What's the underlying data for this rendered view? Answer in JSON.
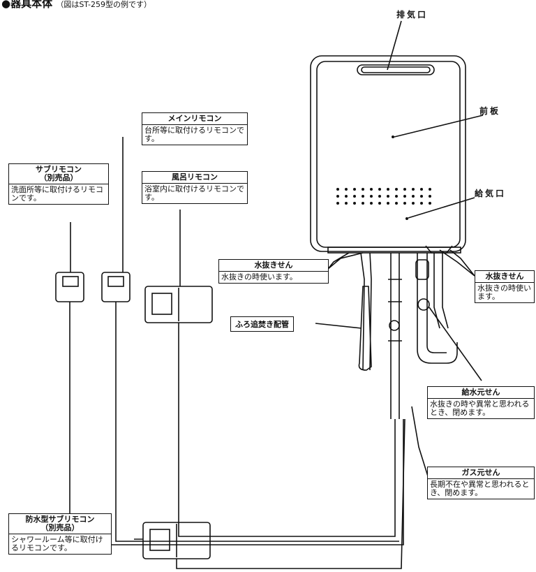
{
  "heading": {
    "main": "●器具本体",
    "note": "（図はST-259型の例です）"
  },
  "parts": {
    "exhaust": "排気口",
    "front_panel": "前板",
    "intake": "給気口",
    "drain_left": "水抜きせん",
    "drain_left_desc": "水抜きの時使います。",
    "drain_right": "水抜きせん",
    "drain_right_desc": "水抜きの時使います。",
    "bath_pipe": "ふろ追焚き配管",
    "water_valve": "給水元せん",
    "water_valve_desc": "水抜きの時や異常と思われるとき、閉めます。",
    "gas_valve": "ガス元せん",
    "gas_valve_desc": "長期不在や異常と思われるとき、閉めます。"
  },
  "remotes": {
    "main": {
      "title": "メインリモコン",
      "desc": "台所等に取付けるリモコンです。"
    },
    "bath": {
      "title": "風呂リモコン",
      "desc": "浴室内に取付けるリモコンです。"
    },
    "sub": {
      "title": "サブリモコン",
      "sub": "（別売品）",
      "desc": "洗面所等に取付けるリモコンです。"
    },
    "waterproof": {
      "title": "防水型サブリモコン",
      "sub": "（別売品）",
      "desc": "シャワールーム等に取付けるリモコンです。"
    }
  }
}
